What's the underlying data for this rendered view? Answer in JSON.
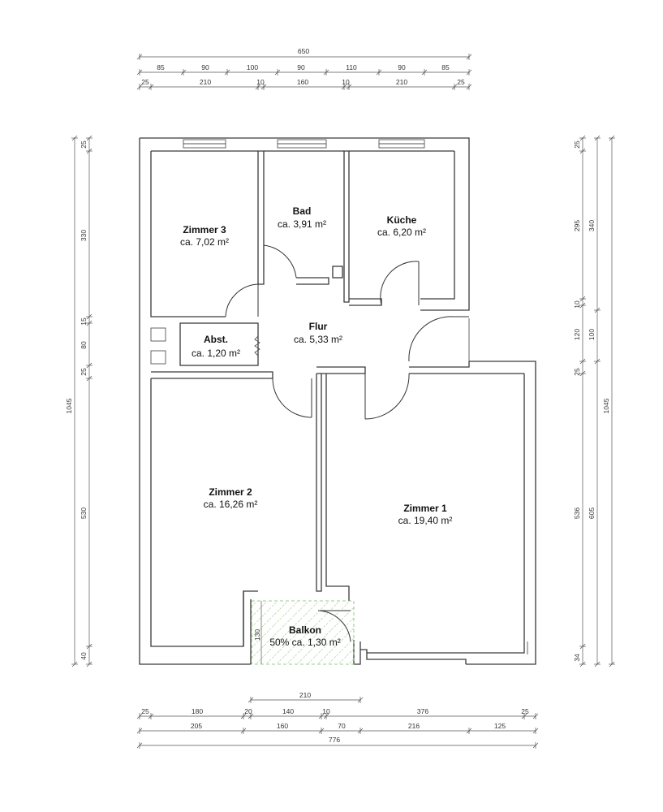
{
  "rooms": [
    {
      "name": "Zimmer 3",
      "area": "ca. 7,02 m²"
    },
    {
      "name": "Bad",
      "area": "ca. 3,91 m²"
    },
    {
      "name": "Küche",
      "area": "ca. 6,20 m²"
    },
    {
      "name": "Flur",
      "area": "ca. 5,33 m²"
    },
    {
      "name": "Abst.",
      "area": "ca. 1,20 m²"
    },
    {
      "name": "Zimmer 2",
      "area": "ca. 16,26 m²"
    },
    {
      "name": "Zimmer 1",
      "area": "ca. 19,40 m²"
    },
    {
      "name": "Balkon",
      "area": "50% ca. 1,30 m²"
    }
  ],
  "dimensions": {
    "top_total": "650",
    "top_row1": [
      "85",
      "90",
      "100",
      "90",
      "110",
      "90",
      "85"
    ],
    "top_row2": [
      "25",
      "210",
      "10",
      "160",
      "10",
      "210",
      "25"
    ],
    "left": [
      "25",
      "330",
      "15",
      "80",
      "25",
      "530",
      "40"
    ],
    "left_total": "1045",
    "right_row1": [
      "25",
      "295",
      "10",
      "120",
      "25",
      "536",
      "34"
    ],
    "right_row2": [
      "340",
      "100",
      "605"
    ],
    "right_total": "1045",
    "balcony_width": "210",
    "balcony_depth": "130",
    "bottom_row1": [
      "25",
      "180",
      "20",
      "140",
      "10",
      "376",
      "25"
    ],
    "bottom_row2": [
      "205",
      "160",
      "70",
      "216",
      "125"
    ],
    "bottom_total": "776"
  },
  "colors": {
    "wall": "#3a3a3a",
    "balcony_hatch": "#7cbf6a"
  }
}
